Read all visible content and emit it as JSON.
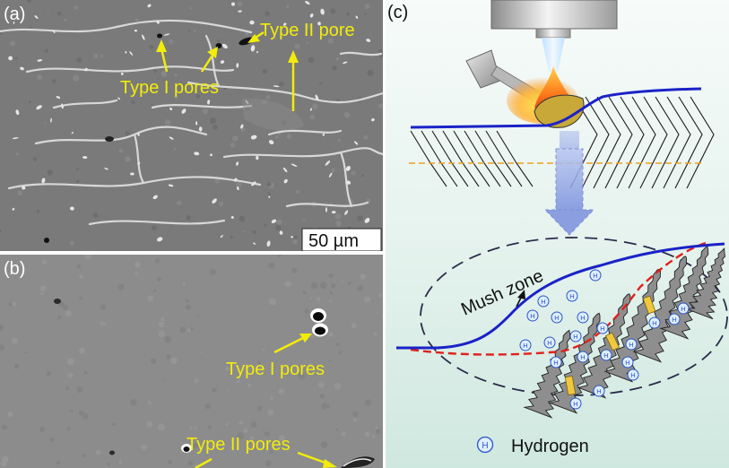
{
  "panel_a": {
    "label": "(a)",
    "type_i_label": "Type I pores",
    "type_ii_label": "Type II pore",
    "scale_bar": "50 µm"
  },
  "panel_b": {
    "label": "(b)",
    "type_i_label": "Type I pores",
    "type_ii_label": "Type II pores"
  },
  "panel_c": {
    "label": "(c)",
    "mush_zone_label": "Mush zone",
    "hydrogen_symbol": "H",
    "legend_label": "Hydrogen"
  },
  "colors": {
    "annotation": "#f2ec0a",
    "fusion_line": "#1a22c8",
    "liquidus_dashed": "#e0201c",
    "orange_guide": "#f0a020",
    "dendrite": "#8e8e8e"
  }
}
